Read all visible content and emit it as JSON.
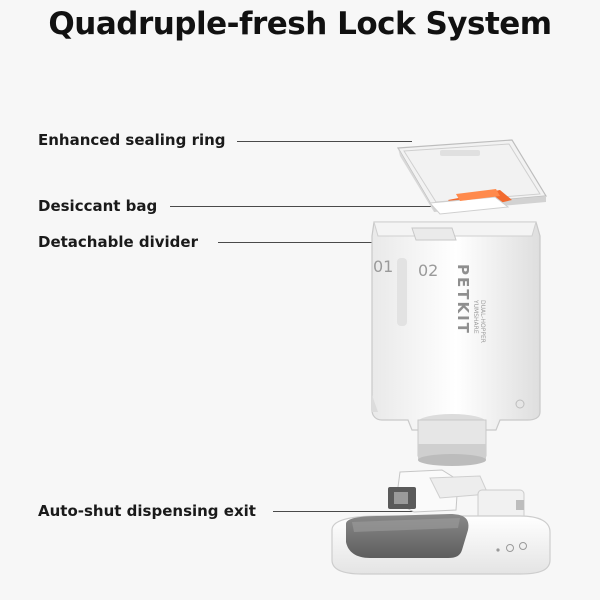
{
  "title": "Quadruple-fresh Lock System",
  "callouts": {
    "sealing_ring": "Enhanced sealing ring",
    "desiccant_bag": "Desiccant bag",
    "divider": "Detachable divider",
    "dispensing_exit": "Auto-shut dispensing exit"
  },
  "product": {
    "brand": "PETKIT",
    "model_line1": "YUMSHARE",
    "model_line2": "DUAL-HOPPER",
    "compartment_1": "01",
    "compartment_2": "02"
  },
  "colors": {
    "background": "#f7f7f7",
    "text": "#111111",
    "desiccant_accent": "#f26a2e",
    "bowl": "#6b6b6b"
  }
}
